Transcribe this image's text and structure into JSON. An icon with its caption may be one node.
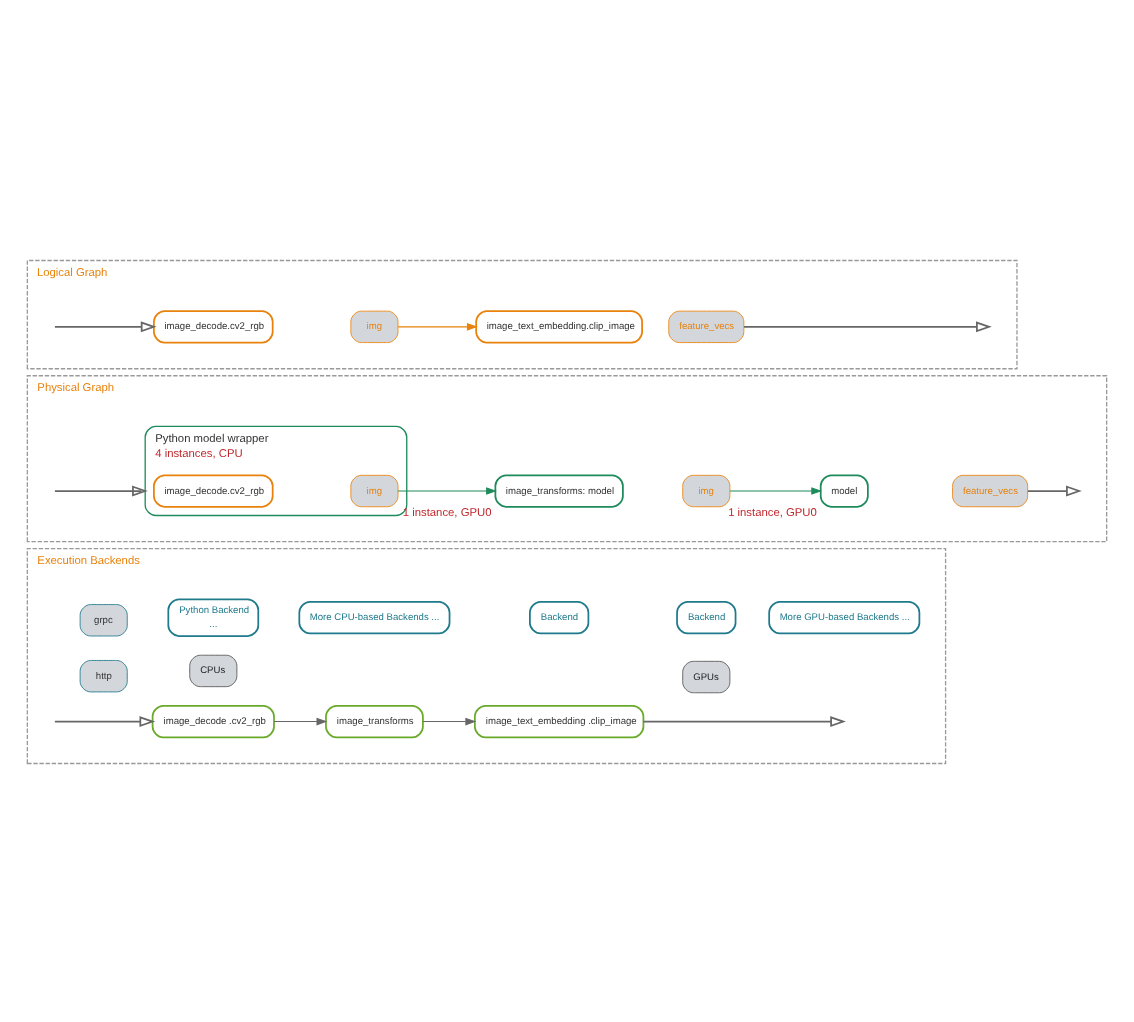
{
  "diagram": {
    "nodes": [
      {
        "text": [
          "Logical Graph"
        ]
      },
      {
        "text": [
          "image_decode.cv2_rgb"
        ],
        "in": 0
      },
      {
        "text": [
          "img"
        ],
        "in": 0
      },
      {
        "text": [
          "image_text_embedding.clip_image"
        ],
        "in": 0
      },
      {
        "text": [
          "feature_vecs"
        ],
        "in": 0
      },
      {
        "text": [
          "Physical Graph"
        ]
      },
      {
        "text": [
          "Python model wrapper"
        ],
        "beside": [
          "4 instances, CPU"
        ],
        "in": 5
      },
      {
        "text": [
          "image_decode.cv2_rgb"
        ],
        "in": 6
      },
      {
        "text": [
          "img"
        ],
        "in": 6
      },
      {
        "text": [
          "image_transforms: model"
        ],
        "beside": [
          "1 instance, GPU0"
        ],
        "in": 5
      },
      {
        "text": [
          "img"
        ],
        "in": 5
      },
      {
        "text": [
          "model"
        ],
        "beside": [
          "1 instance, GPU0"
        ],
        "in": 5
      },
      {
        "text": [
          "feature_vecs"
        ],
        "in": 5
      },
      {
        "text": [
          "Execution Backends"
        ]
      },
      {
        "text": [
          "grpc"
        ],
        "in": 13
      },
      {
        "text": [
          "http"
        ],
        "in": 13
      },
      {
        "text": [
          "image_decode .cv2_rgb"
        ],
        "in": 13
      },
      {
        "text": [
          "image_transforms"
        ],
        "in": 13
      },
      {
        "text": [
          "image_text_embedding .clip_image"
        ],
        "in": 13
      },
      {
        "text": [
          "Python Backend",
          "..."
        ],
        "in": 13
      },
      {
        "text": [
          "More CPU-based Backends ..."
        ],
        "in": 13
      },
      {
        "text": [
          "Backend"
        ],
        "in": 13
      },
      {
        "text": [
          "Backend"
        ],
        "in": 13
      },
      {
        "text": [
          "More GPU-based Backends ..."
        ],
        "in": 13
      },
      {
        "text": [
          "CPUs"
        ],
        "in": 13
      },
      {
        "text": [
          "GPUs"
        ],
        "in": 13
      }
    ],
    "edges": [
      {
        "from": null,
        "to": 1,
        "arrow": "to"
      },
      {
        "from": 2,
        "to": 3,
        "arrow": "to",
        "color": "#e8820c"
      },
      {
        "from": 4,
        "to": null,
        "arrow": "to"
      },
      {
        "from": null,
        "to": 6,
        "arrow": "to"
      },
      {
        "from": 8,
        "to": 9,
        "arrow": "to",
        "color": "#1f8a5b"
      },
      {
        "from": 10,
        "to": 11,
        "arrow": "to",
        "color": "#1f8a5b"
      },
      {
        "from": 12,
        "to": null,
        "arrow": "to"
      },
      {
        "from": null,
        "to": 16,
        "arrow": "to"
      },
      {
        "from": 16,
        "to": 17,
        "arrow": "to"
      },
      {
        "from": 17,
        "to": 18,
        "arrow": "to"
      },
      {
        "from": 18,
        "to": null,
        "arrow": "to"
      }
    ]
  }
}
